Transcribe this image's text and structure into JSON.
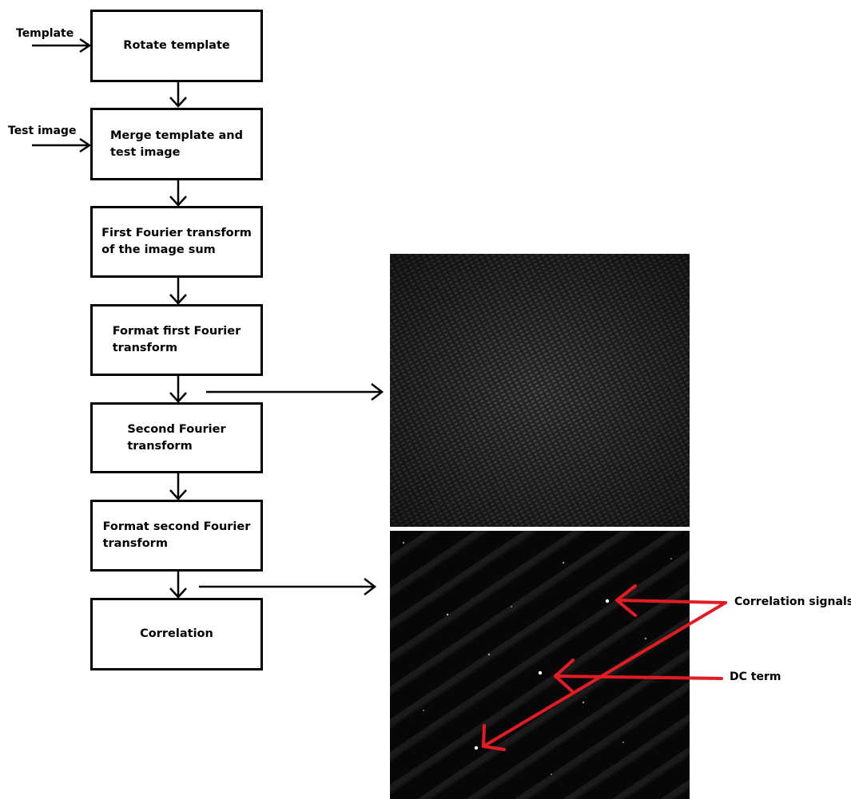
{
  "inputs": {
    "template": "Template",
    "test_image": "Test image"
  },
  "steps": [
    "Rotate template",
    "Merge template and\ntest image",
    "First Fourier transform\nof the image sum",
    "Format first Fourier\ntransform",
    "Second Fourier\ntransform",
    "Format second Fourier\ntransform",
    "Correlation"
  ],
  "annotations": {
    "correlation_signals": "Correlation signals",
    "dc_term": "DC term"
  },
  "colors": {
    "line": "#000000",
    "annotation_arrow": "#e31b23",
    "image_background": "#0b0b0b"
  }
}
